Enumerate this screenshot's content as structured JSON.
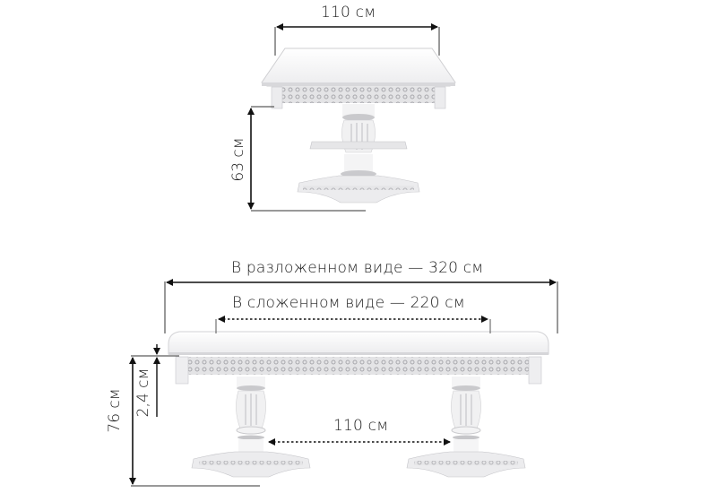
{
  "diagram": {
    "type": "product-dimension-drawing",
    "subject": "extendable dining table",
    "colors": {
      "background": "#ffffff",
      "table_white": "#f7f7f7",
      "silver_ornament": "#b8b8bc",
      "dimension_line": "#111111"
    },
    "folded_view": {
      "width_label": "110 см",
      "height_label": "63 см"
    },
    "extended_view": {
      "extended_length_label": "В разложенном виде — 320 см",
      "folded_length_label": "В сложенном виде — 220 см",
      "height_label": "76 см",
      "top_thickness_label": "2,4 см",
      "pedestal_spacing_label": "110 см"
    }
  }
}
